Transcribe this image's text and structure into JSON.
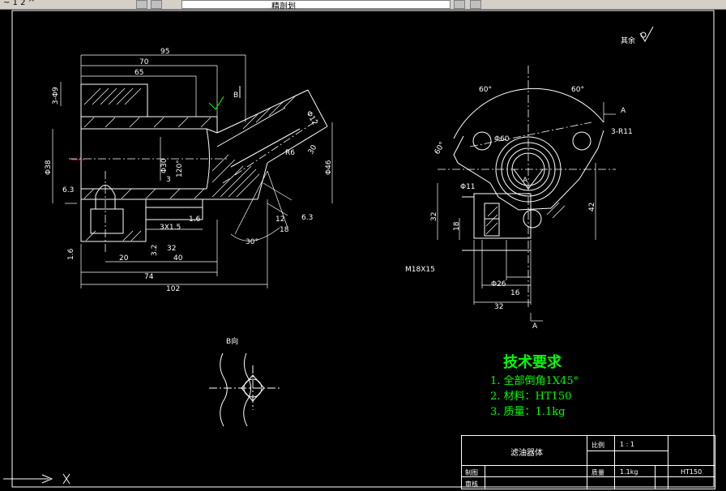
{
  "toolbar": {
    "left_text": "~ 1 2 ^",
    "doc_text": "精剖划"
  },
  "drawing": {
    "dims": {
      "d95": "95",
      "d70": "70",
      "d65": "65",
      "d102": "102",
      "d74": "74",
      "d40": "40",
      "d20": "20",
      "thread": "3X1.5",
      "phi38": "Φ38",
      "phi30": "Φ30",
      "phi46": "Φ46",
      "phi12": "Φ12",
      "phi9": "3-Φ9",
      "b_mark": "B",
      "r6": "R6",
      "d30deg": "30°",
      "d120deg": "120°",
      "d12": "12",
      "d18": "18",
      "d3": "3",
      "d1_6": "1.6",
      "d6_3": "6.3",
      "d3_2": "3.2",
      "d30": "30",
      "d32": "32",
      "d16": "16",
      "d42": "42",
      "phi11": "Φ11",
      "phi26": "Φ26",
      "m18": "M18X15",
      "a_mark": "A",
      "d60a": "60°",
      "d60b": "60°",
      "d60c": "60°",
      "r11": "3-R11",
      "phi60": "Φ60",
      "other": "其余"
    },
    "view_b_label": "B向"
  },
  "tech_requirements": {
    "title": "技术要求",
    "items": [
      "1. 全部倒角1X45°",
      "2. 材料：HT150",
      "3. 质量：1.1kg"
    ]
  },
  "title_block": {
    "part_name": "滤油器体",
    "scale_label": "比例",
    "scale_value": "1 : 1",
    "mass_label": "质量",
    "mass_value": "1.1kg",
    "material_value": "HT150",
    "drawn_label": "制图",
    "check_label": "审核"
  }
}
